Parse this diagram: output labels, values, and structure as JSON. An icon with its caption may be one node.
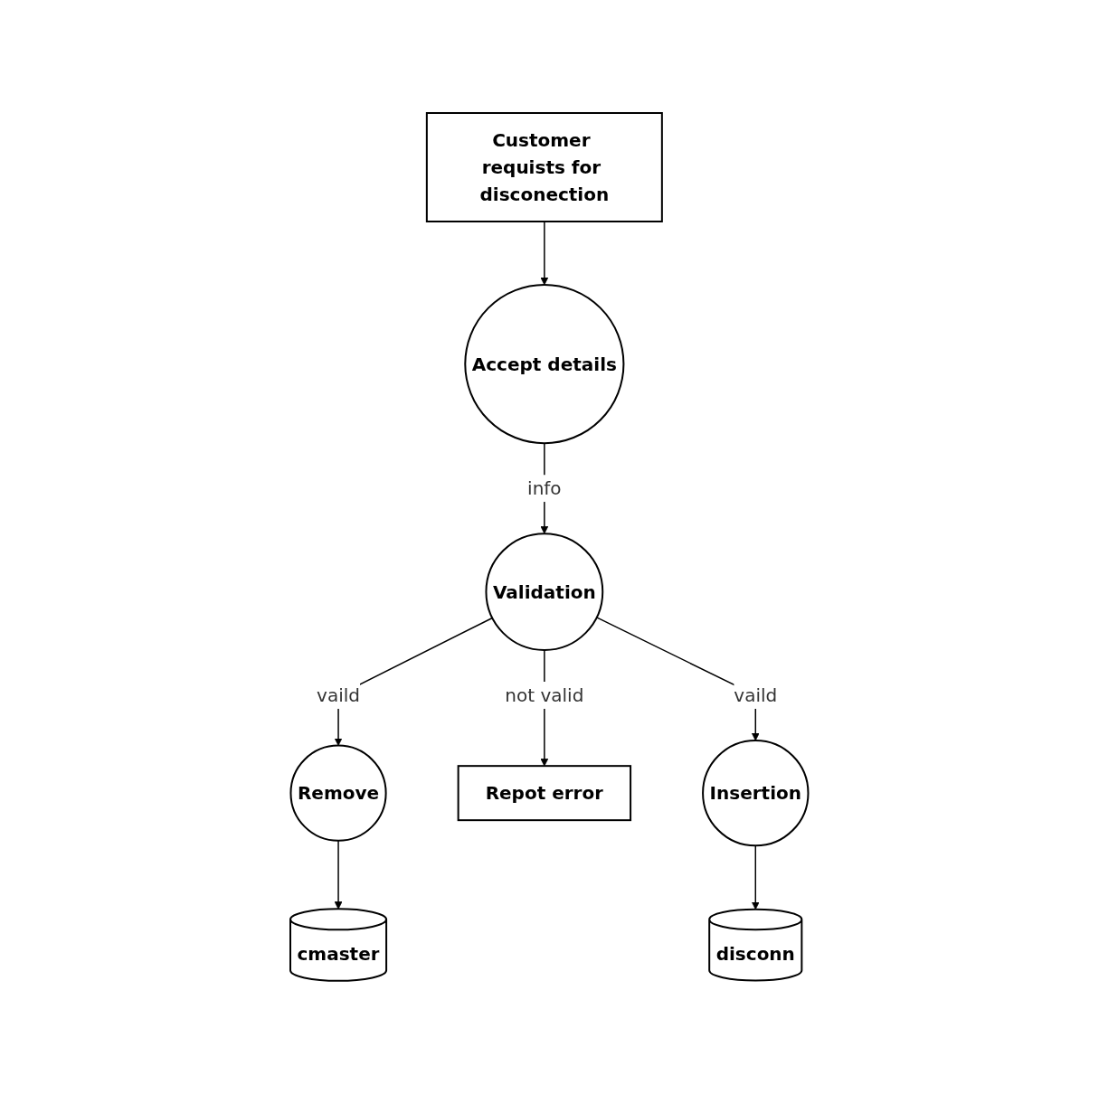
{
  "diagram": {
    "nodes": [
      {
        "text": [
          "Customer requists for disconection"
        ]
      },
      {
        "text": [
          "Accept details"
        ]
      },
      {
        "text": [
          "Validation"
        ]
      },
      {
        "text": [
          "Remove"
        ]
      },
      {
        "text": [
          "Repot error"
        ]
      },
      {
        "text": [
          "cmaster"
        ]
      },
      {
        "text": [
          "Insertion"
        ]
      },
      {
        "text": [
          "disconn"
        ]
      }
    ],
    "edges": [
      {
        "from": 0,
        "to": 1,
        "arrow": "to"
      },
      {
        "from": 1,
        "to": 2,
        "arrow": "to",
        "label": "info"
      },
      {
        "from": 2,
        "to": 3,
        "arrow": "to",
        "label": "vaild"
      },
      {
        "from": 2,
        "to": 4,
        "arrow": "to",
        "label": "not valid"
      },
      {
        "from": 3,
        "to": 5,
        "arrow": "to"
      },
      {
        "from": 2,
        "to": 6,
        "arrow": "to",
        "label": "vaild"
      },
      {
        "from": 6,
        "to": 7,
        "arrow": "to"
      }
    ]
  }
}
